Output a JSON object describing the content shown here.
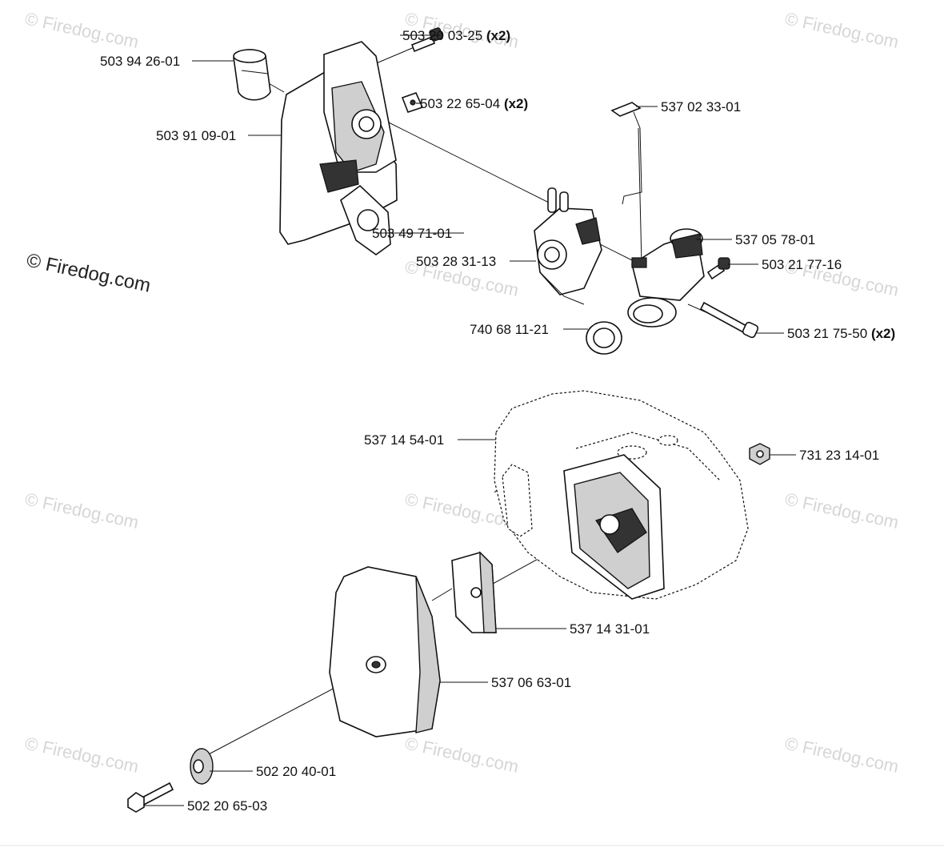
{
  "watermarks": {
    "faint": "© Firedog.com",
    "main": "© Firedog.com"
  },
  "parts": [
    {
      "id": "p1",
      "number": "503 20 03-25",
      "qty": "(x2)"
    },
    {
      "id": "p2",
      "number": "503 94 26-01",
      "qty": ""
    },
    {
      "id": "p3",
      "number": "503 22 65-04",
      "qty": "(x2)"
    },
    {
      "id": "p4",
      "number": "537 02 33-01",
      "qty": ""
    },
    {
      "id": "p5",
      "number": "503 91 09-01",
      "qty": ""
    },
    {
      "id": "p6",
      "number": "503 49 71-01",
      "qty": ""
    },
    {
      "id": "p7",
      "number": "537 05 78-01",
      "qty": ""
    },
    {
      "id": "p8",
      "number": "503 28 31-13",
      "qty": ""
    },
    {
      "id": "p9",
      "number": "503 21 77-16",
      "qty": ""
    },
    {
      "id": "p10",
      "number": "740 68 11-21",
      "qty": ""
    },
    {
      "id": "p11",
      "number": "503 21 75-50",
      "qty": "(x2)"
    },
    {
      "id": "p12",
      "number": "537 14 54-01",
      "qty": ""
    },
    {
      "id": "p13",
      "number": "731 23 14-01",
      "qty": ""
    },
    {
      "id": "p14",
      "number": "537 14 31-01",
      "qty": ""
    },
    {
      "id": "p15",
      "number": "537 06 63-01",
      "qty": ""
    },
    {
      "id": "p16",
      "number": "502 20 40-01",
      "qty": ""
    },
    {
      "id": "p17",
      "number": "502 20 65-03",
      "qty": ""
    }
  ]
}
